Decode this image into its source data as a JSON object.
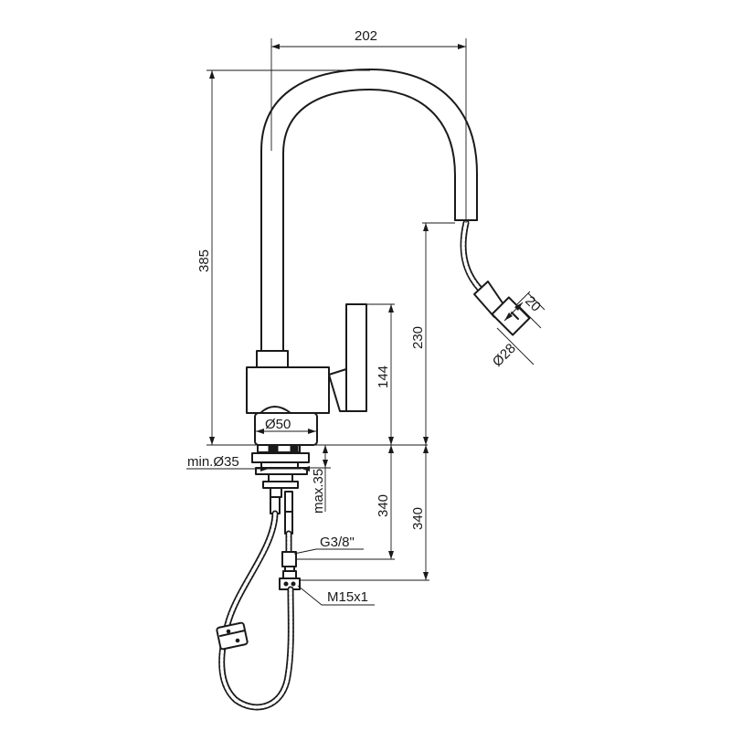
{
  "drawing": {
    "subject": "pull-out faucet technical drawing",
    "dimensions": {
      "spout_reach": "202",
      "total_height": "385",
      "spray_height": "230",
      "lever_height": "144",
      "base_diameter": "Ø50",
      "hole_diameter": "min.Ø35",
      "deck_thickness": "max.35",
      "hose_length_a": "340",
      "hose_length_b": "340",
      "spray_length": "20",
      "spray_diameter": "Ø28",
      "connection_thread": "G3/8\"",
      "hose_thread": "M15x1"
    }
  }
}
